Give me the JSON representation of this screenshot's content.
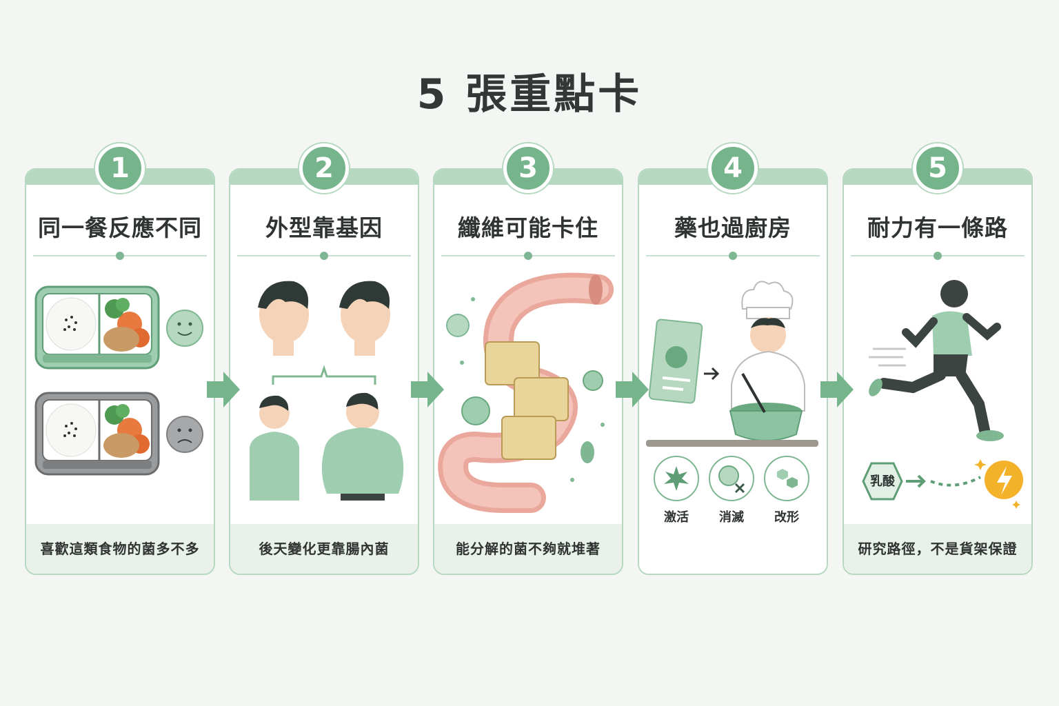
{
  "title": "5 張重點卡",
  "cards": [
    {
      "number": "1",
      "title": "同一餐反應不同",
      "footer": "喜歡這類食物的菌多不多",
      "icons": [
        "lunchbox-icon",
        "smile-face-icon",
        "frown-face-icon"
      ]
    },
    {
      "number": "2",
      "title": "外型靠基因",
      "footer": "後天變化更靠腸內菌",
      "icons": [
        "twin-heads-icon",
        "slim-person-icon",
        "heavy-person-icon"
      ]
    },
    {
      "number": "3",
      "title": "纖維可能卡住",
      "footer": "能分解的菌不夠就堆著",
      "icons": [
        "intestine-icon",
        "fiber-block-icon",
        "microbe-icon"
      ]
    },
    {
      "number": "4",
      "title": "藥也過廚房",
      "footer": "",
      "icons": [
        "medicine-pack-icon",
        "chef-icon",
        "pot-icon"
      ],
      "sub_labels": [
        "激活",
        "消滅",
        "改形"
      ]
    },
    {
      "number": "5",
      "title": "耐力有一條路",
      "footer": "研究路徑，不是貨架保證",
      "icons": [
        "runner-icon",
        "hexagon-icon",
        "energy-bolt-icon"
      ],
      "hex_label": "乳酸"
    }
  ],
  "colors": {
    "accent": "#76b48c",
    "accent_light": "#b6d8c1",
    "footer_bg": "#e9f1ea",
    "text": "#2f3432"
  }
}
